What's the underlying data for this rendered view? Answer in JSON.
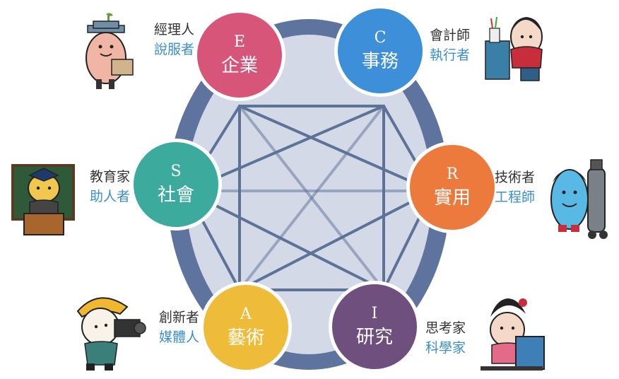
{
  "colors": {
    "ring": "#5f739f",
    "inner": "#d4d9e8",
    "line": "#5c7297",
    "E": "#d8557a",
    "C": "#3c8fd8",
    "R": "#ec7a3c",
    "I": "#6e4f7d",
    "A": "#efbc3a",
    "S": "#3cab9e",
    "role_text": "#3b8fd0",
    "title_text": "#333333"
  },
  "types": [
    {
      "code": "E",
      "name": "企業",
      "title": "經理人",
      "role": "說服者",
      "icon": "salesperson-character-icon"
    },
    {
      "code": "C",
      "name": "事務",
      "title": "會計師",
      "role": "執行者",
      "icon": "desk-worker-character-icon"
    },
    {
      "code": "R",
      "name": "實用",
      "title": "技術者",
      "role": "工程師",
      "icon": "engineer-character-icon"
    },
    {
      "code": "I",
      "name": "研究",
      "title": "思考家",
      "role": "科學家",
      "icon": "reading-scientist-character-icon"
    },
    {
      "code": "A",
      "name": "藝術",
      "title": "創新者",
      "role": "媒體人",
      "icon": "camera-operator-character-icon"
    },
    {
      "code": "S",
      "name": "社會",
      "title": "教育家",
      "role": "助人者",
      "icon": "teacher-character-icon"
    }
  ]
}
